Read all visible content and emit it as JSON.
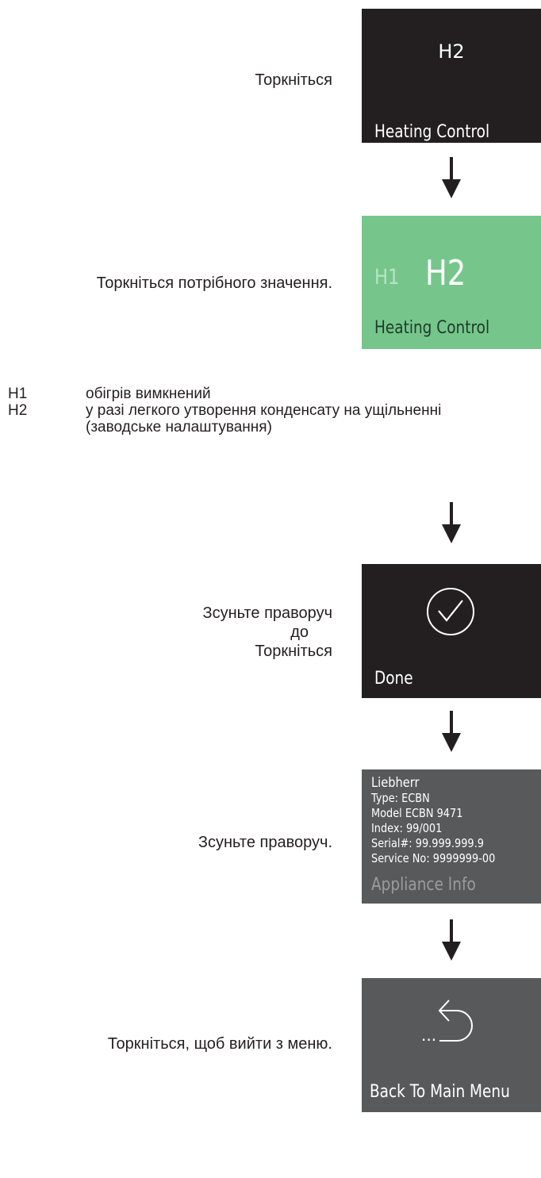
{
  "steps": {
    "step1": {
      "instruction": "Торкніться",
      "screen_value": "H2",
      "screen_label": "Heating Control"
    },
    "step2": {
      "instruction": "Торкніться потрібного значення.",
      "option_inactive": "H1",
      "option_active": "H2",
      "screen_label": "Heating Control"
    },
    "step3": {
      "instruction_lines": [
        "Зсуньте праворуч",
        "до",
        "Торкніться"
      ],
      "screen_label": "Done",
      "icon": "check-circle-icon"
    },
    "step4": {
      "instruction": "Зсуньте праворуч.",
      "info_lines": [
        "Liebherr",
        "Type: ECBN",
        "Model ECBN 9471",
        "Index: 99/001",
        "Serial#: 99.999.999.9",
        "Service No: 9999999-00"
      ],
      "screen_label": "Appliance Info"
    },
    "step5": {
      "instruction": "Торкніться, щоб вийти з меню.",
      "screen_label": "Back To Main Menu",
      "icon": "back-arrow-icon",
      "dots": "..."
    }
  },
  "legend": [
    {
      "code": "H1",
      "lines": [
        "обігрів вимкнений"
      ]
    },
    {
      "code": "H2",
      "lines": [
        "у разі легкого утворення конденсату на ущільненні",
        "(заводське налаштування)"
      ]
    }
  ],
  "colors": {
    "dark": "#231f20",
    "green": "#76c68c",
    "grey": "#58595b",
    "inactive_text": "#b9e3c4",
    "faded_label": "#9a9b9d"
  }
}
